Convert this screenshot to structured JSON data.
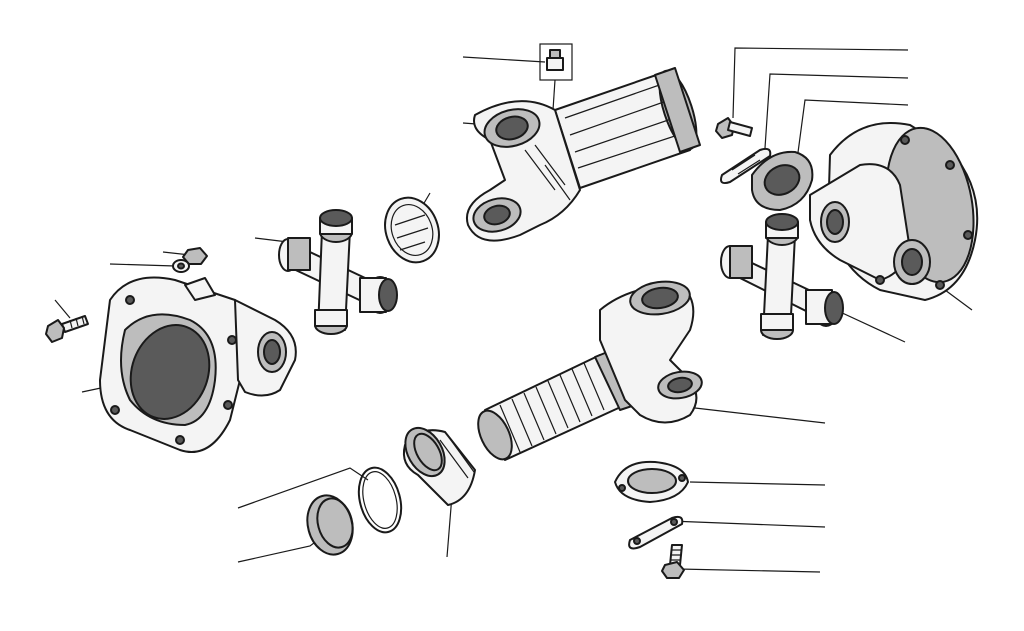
{
  "figure": {
    "kind": "exploded-view",
    "colors": {
      "ink": "#1a1a1a",
      "paper": "#ffffff",
      "shade": "#bdbdbd",
      "dark": "#5a5a5a"
    }
  },
  "parts": [
    {
      "id": "grease-nipple",
      "icon": "grease-nipple-icon"
    },
    {
      "id": "slip-yoke-shaft",
      "icon": "shaft-yoke-icon"
    },
    {
      "id": "dust-cap",
      "icon": "cap-disc-icon"
    },
    {
      "id": "spider-cross-left",
      "icon": "cross-icon"
    },
    {
      "id": "spider-cross-right",
      "icon": "cross-icon"
    },
    {
      "id": "flange-yoke-left",
      "icon": "flange-icon"
    },
    {
      "id": "flange-yoke-right",
      "icon": "flange-icon"
    },
    {
      "id": "splined-yoke-shaft",
      "icon": "spline-shaft-icon"
    },
    {
      "id": "bolt-left",
      "icon": "bolt-icon"
    },
    {
      "id": "bolt-top-right",
      "icon": "bolt-icon"
    },
    {
      "id": "bolt-bottom",
      "icon": "bolt-icon"
    },
    {
      "id": "lock-plate-top",
      "icon": "lock-plate-icon"
    },
    {
      "id": "lock-plate-bottom",
      "icon": "lock-plate-icon"
    },
    {
      "id": "cover-plate-top",
      "icon": "cover-plate-icon"
    },
    {
      "id": "cover-plate-bottom",
      "icon": "cover-plate-icon"
    },
    {
      "id": "nut-washer",
      "icon": "nut-icon"
    },
    {
      "id": "seal-ring-thin",
      "icon": "ring-icon"
    },
    {
      "id": "seal-ring-thick",
      "icon": "ring-icon"
    },
    {
      "id": "sleeve-bushing",
      "icon": "sleeve-icon"
    }
  ]
}
